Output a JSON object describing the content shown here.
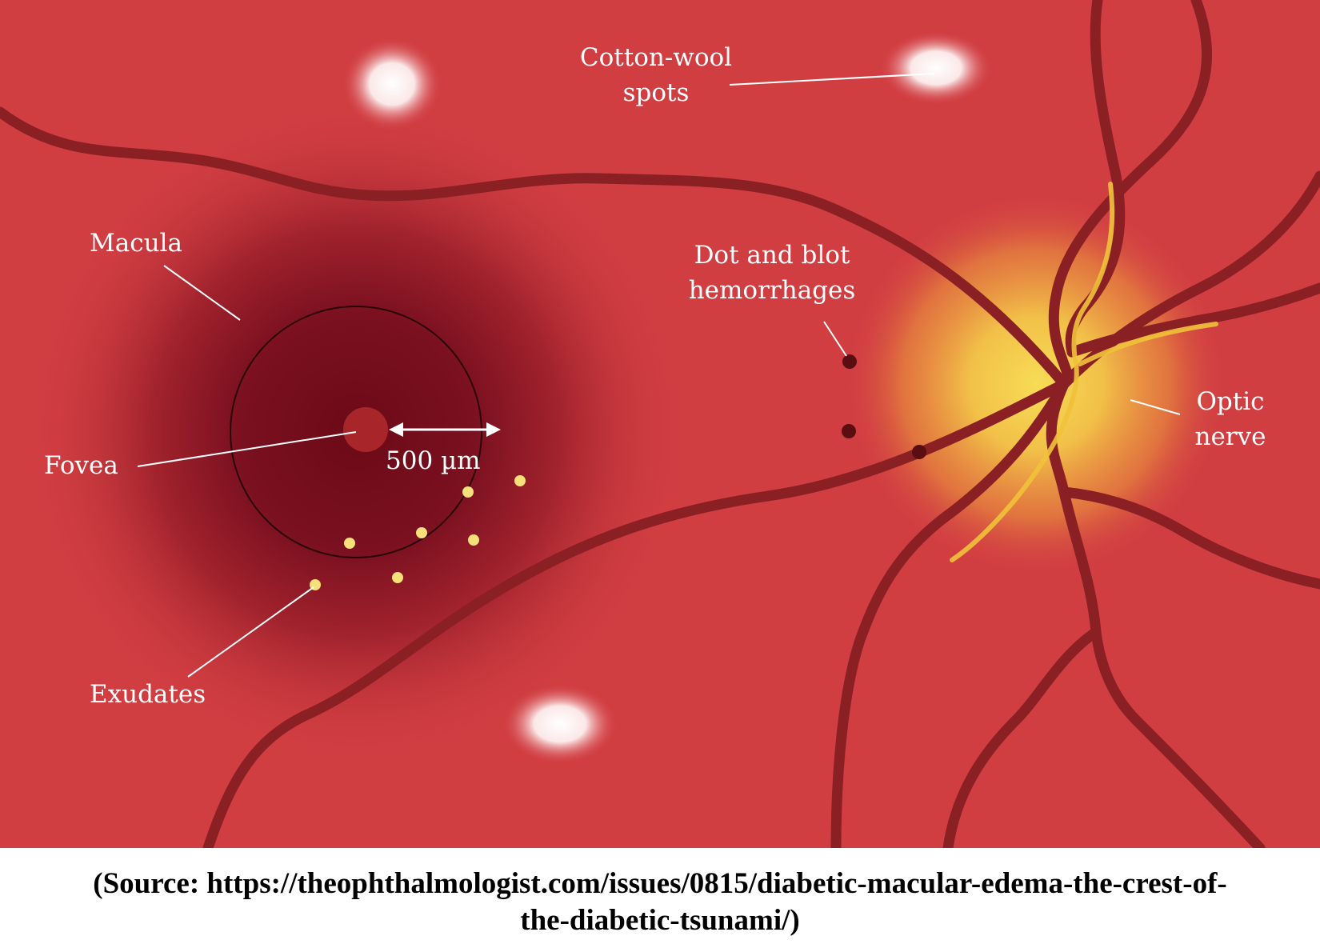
{
  "diagram": {
    "labels": {
      "cotton_wool": [
        "Cotton-wool",
        "spots"
      ],
      "macula": "Macula",
      "fovea": "Fovea",
      "exudates": "Exudates",
      "hemorrhages": [
        "Dot and blot",
        "hemorrhages"
      ],
      "optic_nerve": [
        "Optic",
        "nerve"
      ],
      "scale": "500 µm"
    },
    "colors": {
      "retina": "#d13e42",
      "macula_dark": "#78101d",
      "vessel": "#8a1f24",
      "optic_disc": "#f6d24a",
      "exudate": "#f7e07a",
      "hemorrhage": "#5a0e12",
      "cotton_wool": "#ffffff"
    }
  },
  "caption": [
    "(Source: https://theophthalmologist.com/issues/0815/diabetic-macular-edema-the-crest-of-",
    "the-diabetic-tsunami/)"
  ]
}
